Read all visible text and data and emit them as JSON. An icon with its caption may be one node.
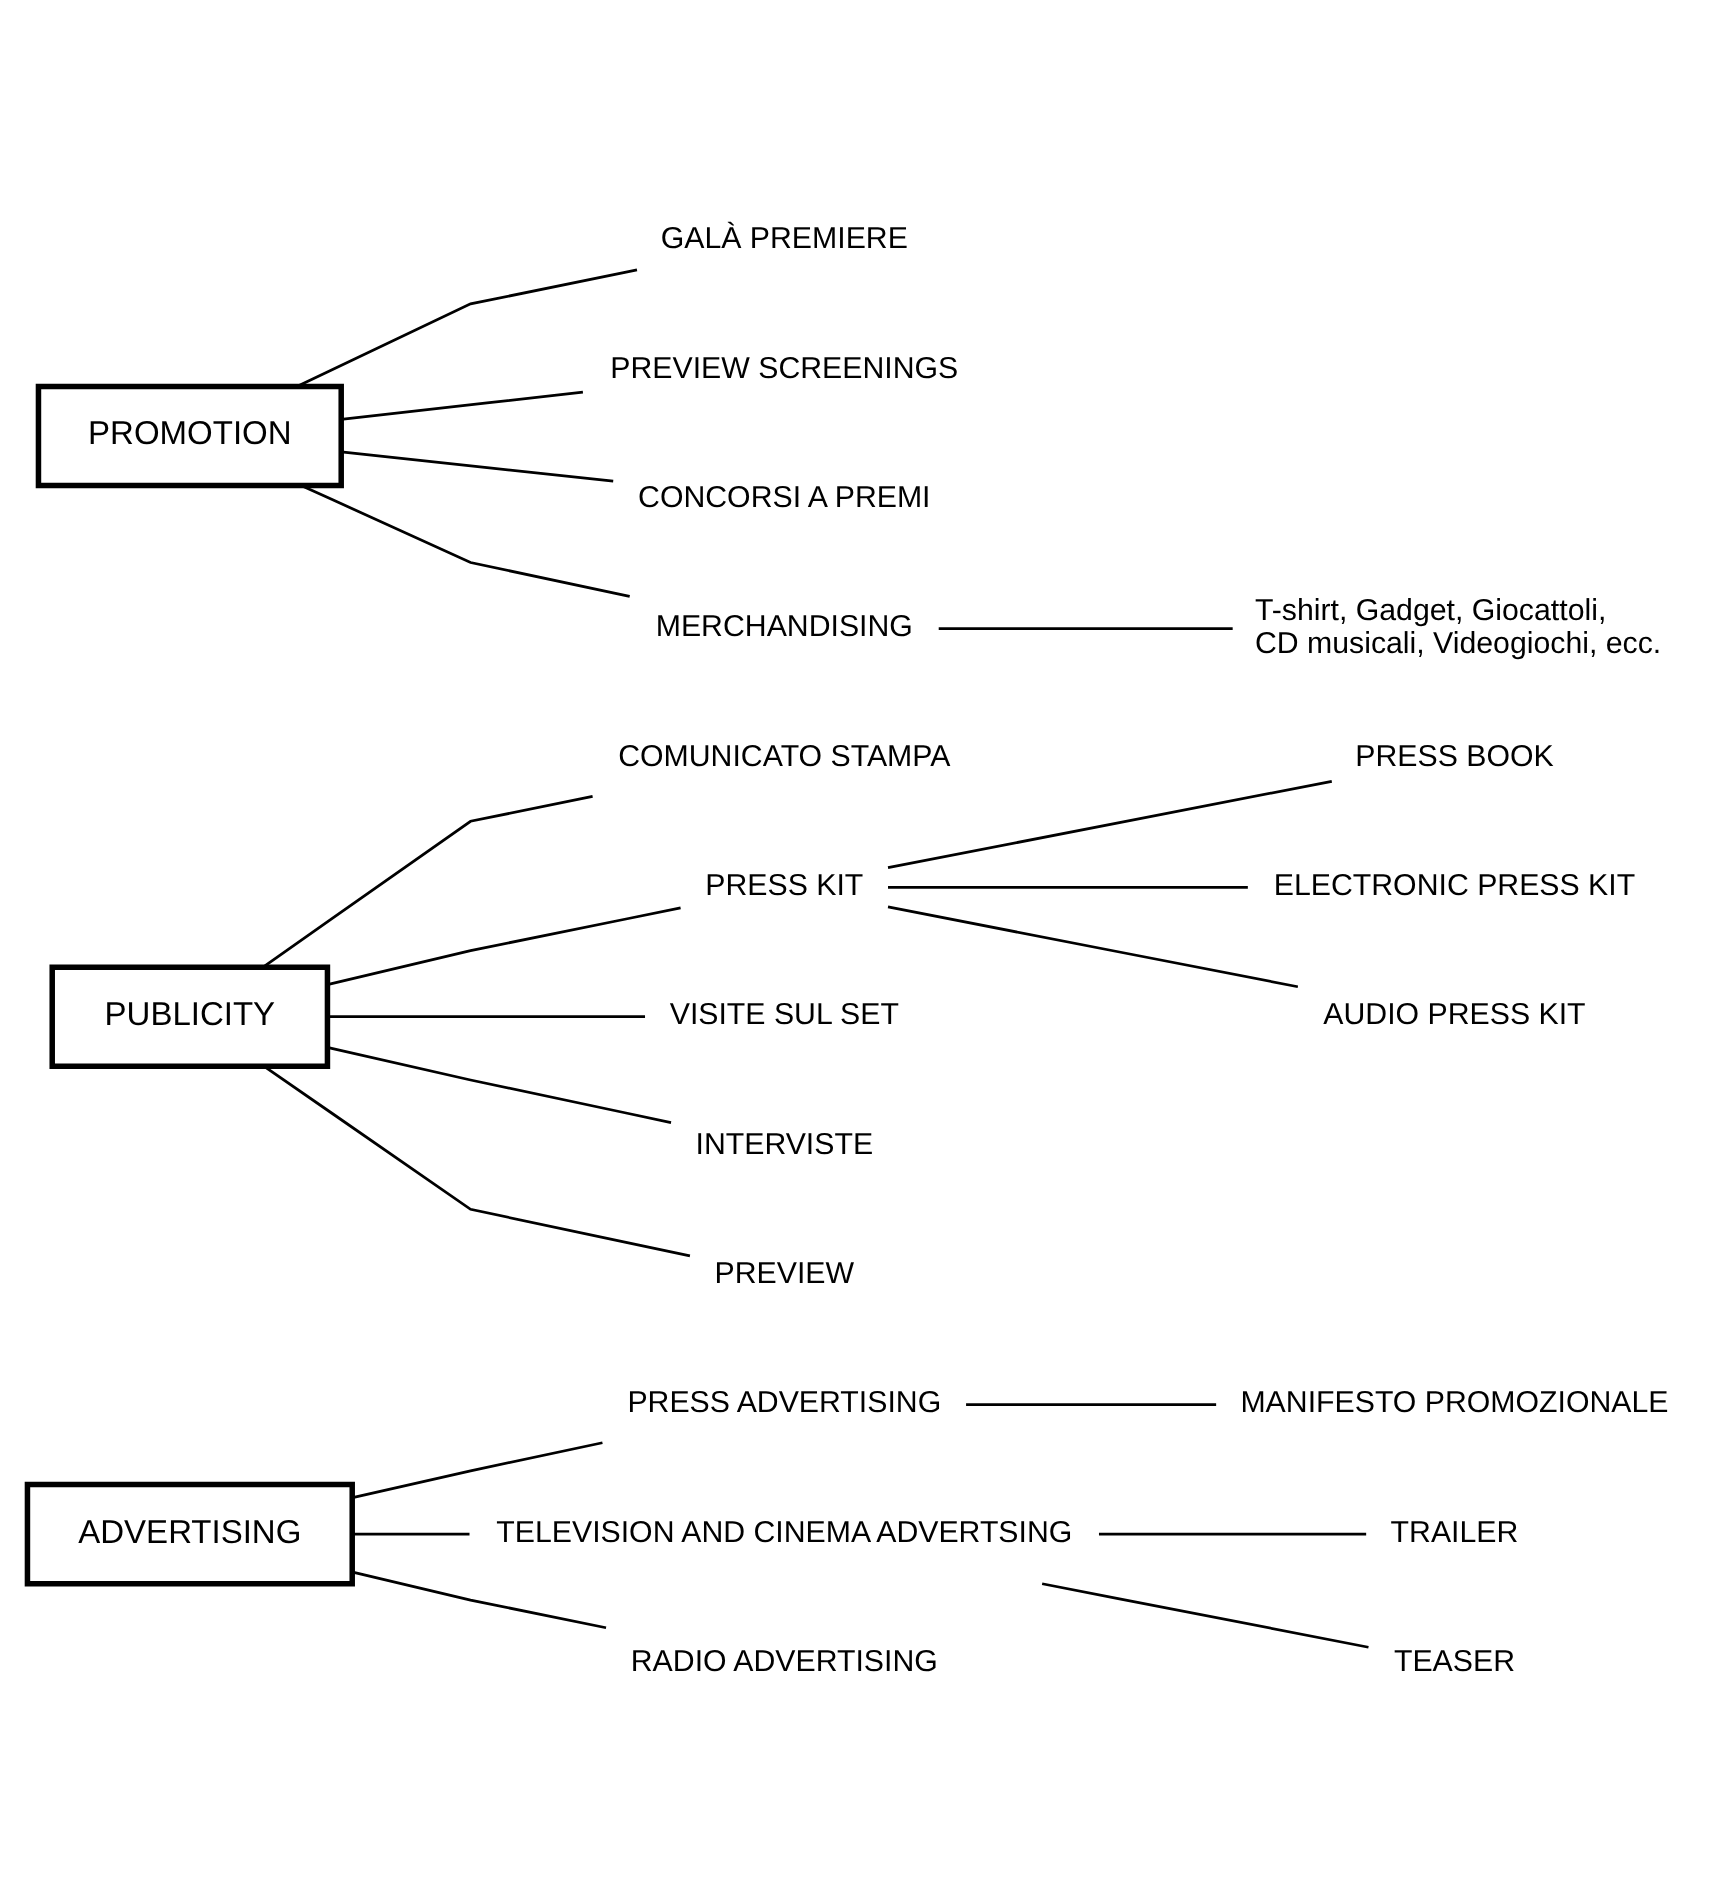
{
  "diagram": {
    "nodes": [
      {
        "text": [
          "ADVERTISING"
        ]
      },
      {
        "text": [
          "PRESS ADVERTISING"
        ]
      },
      {
        "text": [
          "TELEVISION AND CINEMA ADVERTSING"
        ]
      },
      {
        "text": [
          "RADIO ADVERTISING"
        ]
      },
      {
        "text": [
          "MANIFESTO PROMOZIONALE"
        ]
      },
      {
        "text": [
          "TRAILER"
        ]
      },
      {
        "text": [
          "TEASER"
        ]
      },
      {
        "text": [
          "PUBLICITY"
        ]
      },
      {
        "text": [
          "COMUNICATO STAMPA"
        ]
      },
      {
        "text": [
          "PRESS KIT"
        ]
      },
      {
        "text": [
          "PRESS BOOK"
        ]
      },
      {
        "text": [
          "ELECTRONIC PRESS KIT"
        ]
      },
      {
        "text": [
          "AUDIO PRESS KIT"
        ]
      },
      {
        "text": [
          "VISITE SUL SET"
        ]
      },
      {
        "text": [
          "INTERVISTE"
        ]
      },
      {
        "text": [
          "PREVIEW"
        ]
      },
      {
        "text": [
          "PROMOTION"
        ]
      },
      {
        "text": [
          "GALÀ PREMIERE"
        ]
      },
      {
        "text": [
          "PREVIEW SCREENINGS"
        ]
      },
      {
        "text": [
          "CONCORSI A PREMI"
        ]
      },
      {
        "text": [
          "MERCHANDISING"
        ]
      },
      {
        "text": [
          "T-shirt, Gadget, Giocattoli, CD musicali, Videogiochi, ecc."
        ]
      }
    ],
    "edges": [
      {
        "from": 0,
        "to": 1,
        "arrow": "none"
      },
      {
        "from": 0,
        "to": 2,
        "arrow": "none"
      },
      {
        "from": 0,
        "to": 3,
        "arrow": "none"
      },
      {
        "from": 1,
        "to": 4,
        "arrow": "none"
      },
      {
        "from": 2,
        "to": 5,
        "arrow": "none"
      },
      {
        "from": 2,
        "to": 6,
        "arrow": "none"
      },
      {
        "from": 7,
        "to": 8,
        "arrow": "none"
      },
      {
        "from": 7,
        "to": 9,
        "arrow": "none"
      },
      {
        "from": 9,
        "to": 10,
        "arrow": "none"
      },
      {
        "from": 9,
        "to": 11,
        "arrow": "none"
      },
      {
        "from": 9,
        "to": 12,
        "arrow": "none"
      },
      {
        "from": 7,
        "to": 13,
        "arrow": "none"
      },
      {
        "from": 7,
        "to": 14,
        "arrow": "none"
      },
      {
        "from": 7,
        "to": 15,
        "arrow": "none"
      },
      {
        "from": 16,
        "to": 17,
        "arrow": "none"
      },
      {
        "from": 16,
        "to": 18,
        "arrow": "none"
      },
      {
        "from": 16,
        "to": 19,
        "arrow": "none"
      },
      {
        "from": 16,
        "to": 20,
        "arrow": "none"
      },
      {
        "from": 20,
        "to": 21,
        "arrow": "none"
      }
    ]
  }
}
